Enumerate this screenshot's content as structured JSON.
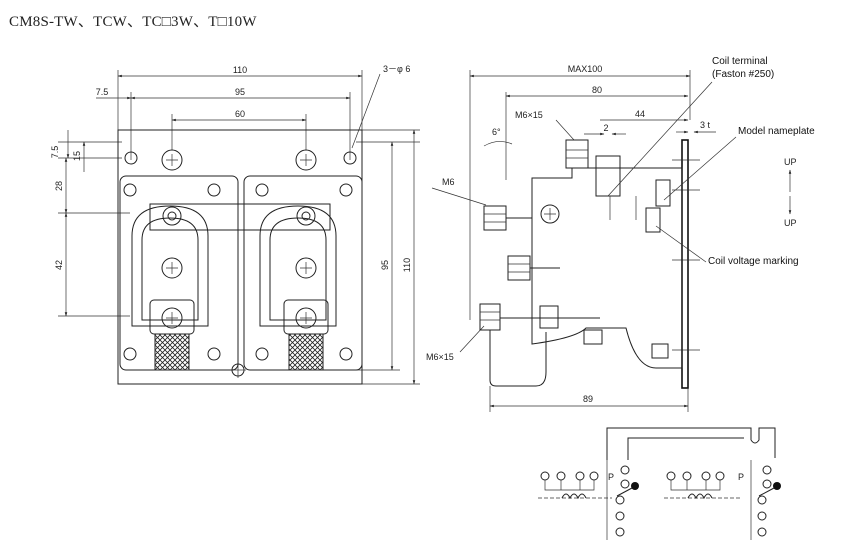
{
  "title": "CM8S-TW、TCW、TC□3W、T□10W",
  "front_view": {
    "dims": {
      "overall_width": "110",
      "edge_offset": "7.5",
      "hole_pitch": "95",
      "terminal_pitch": "60",
      "holes": "3－φ 6",
      "top_offset": "7.5",
      "top_pitch": "15",
      "row1": "28",
      "row2": "42",
      "height_inner": "95",
      "height_outer": "110"
    }
  },
  "side_view": {
    "dims": {
      "max_width": "MAX100",
      "depth": "80",
      "screw_top": "M6×15",
      "gap": "2",
      "coil_depth": "44",
      "plate_thickness": "3 t",
      "angle": "6°",
      "bolt": "M6",
      "screw_bottom": "M6×15",
      "base_depth": "89"
    },
    "labels": {
      "coil_terminal": "Coil terminal",
      "faston": "(Faston #250)",
      "model_nameplate": "Model nameplate",
      "coil_voltage_marking": "Coil voltage marking",
      "up_top": "UP",
      "up_bottom": "UP"
    }
  },
  "circuit": {
    "p_left": "P",
    "p_right": "P"
  }
}
